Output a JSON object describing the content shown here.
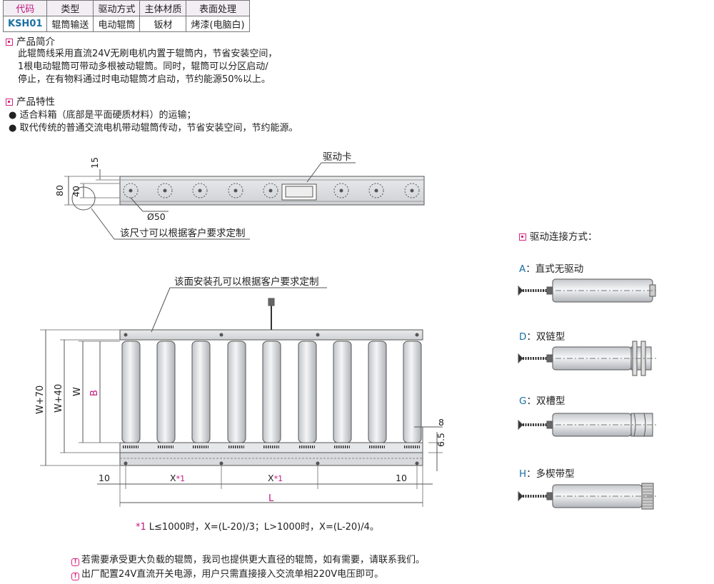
{
  "spec_table": {
    "headers": [
      "代码",
      "类型",
      "驱动方式",
      "主体材质",
      "表面处理"
    ],
    "values": [
      "KSH01",
      "辊筒输送",
      "电动辊筒",
      "钣材",
      "烤漆(电脑白)"
    ]
  },
  "intro": {
    "title": "产品简介",
    "lines": [
      "此辊筒线采用直流24V无刷电机内置于辊筒内，节省安装空间，",
      "1根电动辊筒可带动多根被动辊筒。同时，辊筒可以分区启动/",
      "停止，在有物料通过时电动辊筒才启动，节约能源50%以上。"
    ]
  },
  "features": {
    "title": "产品特性",
    "items": [
      "适合料箱（底部是平面硬质材料）的运输；",
      "取代传统的普通交流电机带动辊筒传动，节省安装空间，节约能源。"
    ]
  },
  "side_view": {
    "dim_15": "15",
    "dim_80": "80",
    "dim_40": "40",
    "dim_d50": "Ø50",
    "drive_card": "驱动卡",
    "custom_note": "该尺寸可以根据客户要求定制"
  },
  "top_view": {
    "mount_note": "该面安装孔可以根据客户要求定制",
    "dim_w70": "W+70",
    "dim_w40": "W+40",
    "dim_w": "W",
    "dim_b": "B",
    "dim_8": "8",
    "dim_65": "6.5",
    "dim_10_left": "10",
    "dim_10_right": "10",
    "dim_x1_a": "X",
    "dim_x1_b": "X",
    "footnote_mark": "*1",
    "dim_l": "L",
    "footnote_text": "L≤1000时，X=(L-20)/3；L>1000时，X=(L-20)/4。"
  },
  "notes": [
    "若需要承受更大负载的辊筒，我司也提供更大直径的辊筒，如有需要，请联系我们。",
    "出厂配置24V直流开关电源，用户只需直接接入交流单相220V电压即可。"
  ],
  "drive": {
    "title": "驱动连接方式：",
    "options": [
      {
        "key": "A",
        "label": "：直式无驱动"
      },
      {
        "key": "D",
        "label": "：双链型"
      },
      {
        "key": "G",
        "label": "：双槽型"
      },
      {
        "key": "H",
        "label": "：多楔带型"
      }
    ]
  },
  "colors": {
    "accent": "#d4267f",
    "key_blue": "#1b6fa5",
    "line": "#555555"
  }
}
